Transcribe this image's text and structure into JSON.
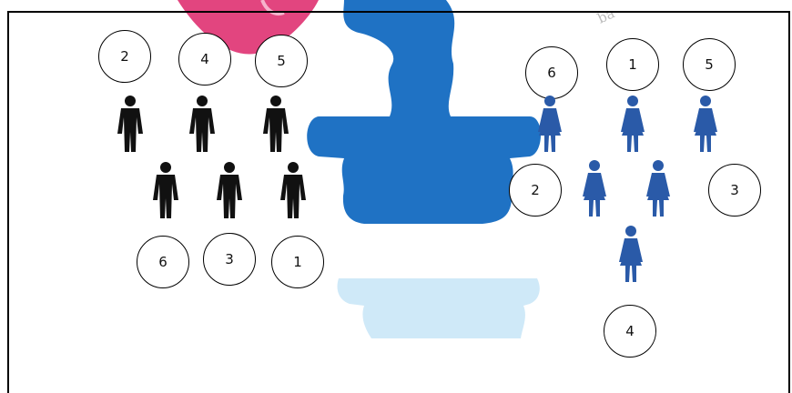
{
  "colors": {
    "male": "#111111",
    "female": "#2a5aa8",
    "vase_dark": "#1f72c4",
    "vase_light": "#cfe9f8",
    "pink": "#e2457f"
  },
  "icons": {
    "male": "male-person-icon",
    "female": "female-person-icon"
  },
  "left_group": {
    "labels": [
      "2",
      "4",
      "5",
      "6",
      "3",
      "1"
    ]
  },
  "right_group": {
    "labels": [
      "6",
      "1",
      "5",
      "2",
      "3",
      "4"
    ]
  }
}
